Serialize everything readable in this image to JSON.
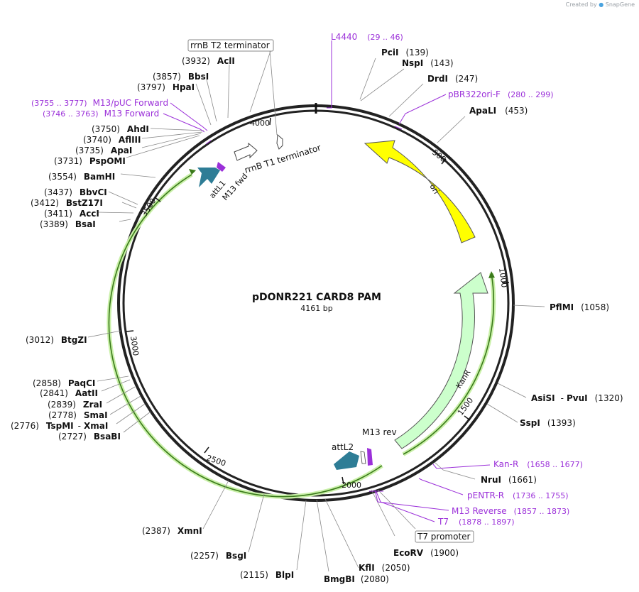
{
  "credit": {
    "prefix": "Created by",
    "brand": "SnapGene"
  },
  "plasmid": {
    "name": "pDONR221 CARD8 PAM",
    "size_label": "4161 bp",
    "length": 4161
  },
  "colors": {
    "ori": "#ffff00",
    "kanr": "#ccffcc",
    "att": "#2e7d96",
    "m13": "#9b30d9",
    "primer": "#9b30d9",
    "backbone": "#222222",
    "orf": "#7ec850"
  },
  "ticks": [
    {
      "pos": 500,
      "label": "500"
    },
    {
      "pos": 1000,
      "label": "1000"
    },
    {
      "pos": 1500,
      "label": "1500"
    },
    {
      "pos": 2000,
      "label": "2000"
    },
    {
      "pos": 2500,
      "label": "2500"
    },
    {
      "pos": 3000,
      "label": "3000"
    },
    {
      "pos": 3500,
      "label": "3500"
    },
    {
      "pos": 4000,
      "label": "4000"
    }
  ],
  "features": [
    {
      "name": "ori",
      "start": 300,
      "end": 890,
      "label": "ori"
    },
    {
      "name": "KanR",
      "start": 1140,
      "end": 1950,
      "label": "KanR"
    },
    {
      "name": "attL1",
      "start": 3600,
      "end": 3700,
      "label": "attL1"
    },
    {
      "name": "attL2",
      "start": 1960,
      "end": 2060,
      "label": "attL2"
    },
    {
      "name": "M13 fwd",
      "start": 3710,
      "end": 3740,
      "label": "M13 fwd"
    },
    {
      "name": "M13 rev",
      "start": 1857,
      "end": 1873,
      "label": "M13 rev"
    }
  ],
  "boxed_labels": [
    {
      "text": "rrnB T2 terminator"
    },
    {
      "text": "rrnB T1 terminator"
    },
    {
      "text": "T7 promoter"
    }
  ],
  "sites_right": [
    {
      "name": "PciI",
      "pos": "(139)"
    },
    {
      "name": "NspI",
      "pos": "(143)"
    },
    {
      "name": "DrdI",
      "pos": "(247)"
    },
    {
      "name": "ApaLI",
      "pos": "(453)"
    },
    {
      "name": "PflMI",
      "pos": "(1058)"
    },
    {
      "name": "AsiSI",
      "extra": "PvuI",
      "pos": "(1320)"
    },
    {
      "name": "SspI",
      "pos": "(1393)"
    },
    {
      "name": "NruI",
      "pos": "(1661)"
    },
    {
      "name": "EcoRV",
      "pos": "(1900)"
    },
    {
      "name": "KflI",
      "pos": "(2050)"
    },
    {
      "name": "BmgBI",
      "pos": "(2080)"
    }
  ],
  "sites_left": [
    {
      "name": "AclI",
      "pos": "(3932)"
    },
    {
      "name": "BbsI",
      "pos": "(3857)"
    },
    {
      "name": "HpaI",
      "pos": "(3797)"
    },
    {
      "name": "AhdI",
      "pos": "(3750)"
    },
    {
      "name": "AflIII",
      "pos": "(3740)"
    },
    {
      "name": "ApaI",
      "pos": "(3735)"
    },
    {
      "name": "PspOMI",
      "pos": "(3731)"
    },
    {
      "name": "BamHI",
      "pos": "(3554)"
    },
    {
      "name": "BbvCI",
      "pos": "(3437)"
    },
    {
      "name": "BstZ17I",
      "pos": "(3412)"
    },
    {
      "name": "AccI",
      "pos": "(3411)"
    },
    {
      "name": "BsaI",
      "pos": "(3389)"
    },
    {
      "name": "BtgZI",
      "pos": "(3012)"
    },
    {
      "name": "PaqCI",
      "pos": "(2858)"
    },
    {
      "name": "AatII",
      "pos": "(2841)"
    },
    {
      "name": "ZraI",
      "pos": "(2839)"
    },
    {
      "name": "SmaI",
      "pos": "(2778)"
    },
    {
      "name": "TspMI",
      "extra": "XmaI",
      "pos": "(2776)"
    },
    {
      "name": "BsaBI",
      "pos": "(2727)"
    },
    {
      "name": "XmnI",
      "pos": "(2387)"
    },
    {
      "name": "BsgI",
      "pos": "(2257)"
    },
    {
      "name": "BlpI",
      "pos": "(2115)"
    }
  ],
  "primers": [
    {
      "name": "L4440",
      "pos": "(29 .. 46)"
    },
    {
      "name": "pBR322ori-F",
      "pos": "(280 .. 299)"
    },
    {
      "name": "Kan-R",
      "pos": "(1658 .. 1677)"
    },
    {
      "name": "pENTR-R",
      "pos": "(1736 .. 1755)"
    },
    {
      "name": "M13 Reverse",
      "pos": "(1857 .. 1873)"
    },
    {
      "name": "T7",
      "pos": "(1878 .. 1897)"
    },
    {
      "name": "M13/pUC Forward",
      "pos": "(3755 .. 3777)"
    },
    {
      "name": "M13 Forward",
      "pos": "(3746 .. 3763)"
    }
  ]
}
